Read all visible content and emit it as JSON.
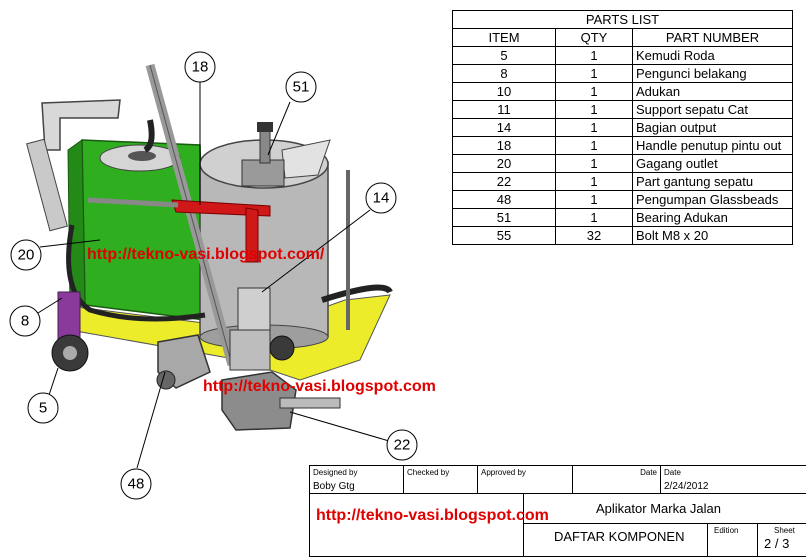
{
  "parts_list": {
    "title": "PARTS LIST",
    "headers": [
      "ITEM",
      "QTY",
      "PART NUMBER"
    ],
    "rows": [
      [
        "5",
        "1",
        "Kemudi Roda"
      ],
      [
        "8",
        "1",
        "Pengunci belakang"
      ],
      [
        "10",
        "1",
        "Adukan"
      ],
      [
        "11",
        "1",
        "Support  sepatu Cat"
      ],
      [
        "14",
        "1",
        "Bagian output"
      ],
      [
        "18",
        "1",
        "Handle penutup pintu out"
      ],
      [
        "20",
        "1",
        "Gagang outlet"
      ],
      [
        "22",
        "1",
        "Part gantung sepatu"
      ],
      [
        "48",
        "1",
        "Pengumpan Glassbeads"
      ],
      [
        "51",
        "1",
        " Bearing Adukan"
      ],
      [
        "55",
        "32",
        "Bolt M8 x 20"
      ]
    ]
  },
  "callouts": [
    "18",
    "51",
    "14",
    "20",
    "8",
    "5",
    "48",
    "22"
  ],
  "watermarks": [
    "http://tekno-vasi.blogspot.com/",
    "http://tekno-vasi.blogspot.com",
    "http://tekno-vasi.blogspot.com"
  ],
  "title_block": {
    "designed_by_label": "Designed by",
    "designed_by": "Boby Gtg",
    "checked_by_label": "Checked by",
    "approved_by_label": "Approved by",
    "date_label": "Date",
    "date_label_2": "Date",
    "date": "2/24/2012",
    "title": "Aplikator Marka Jalan",
    "subtitle": "DAFTAR KOMPONEN",
    "edition_label": "Edition",
    "sheet_label": "Sheet",
    "sheet": "2 / 3"
  },
  "colors": {
    "frame_green": "#2fae1f",
    "drum_grey": "#b8b8b8",
    "base_yellow": "#ecec2a",
    "handle_red": "#d01818",
    "cylinder_purple": "#8a3a9a",
    "watermark_red": "#e00000"
  }
}
